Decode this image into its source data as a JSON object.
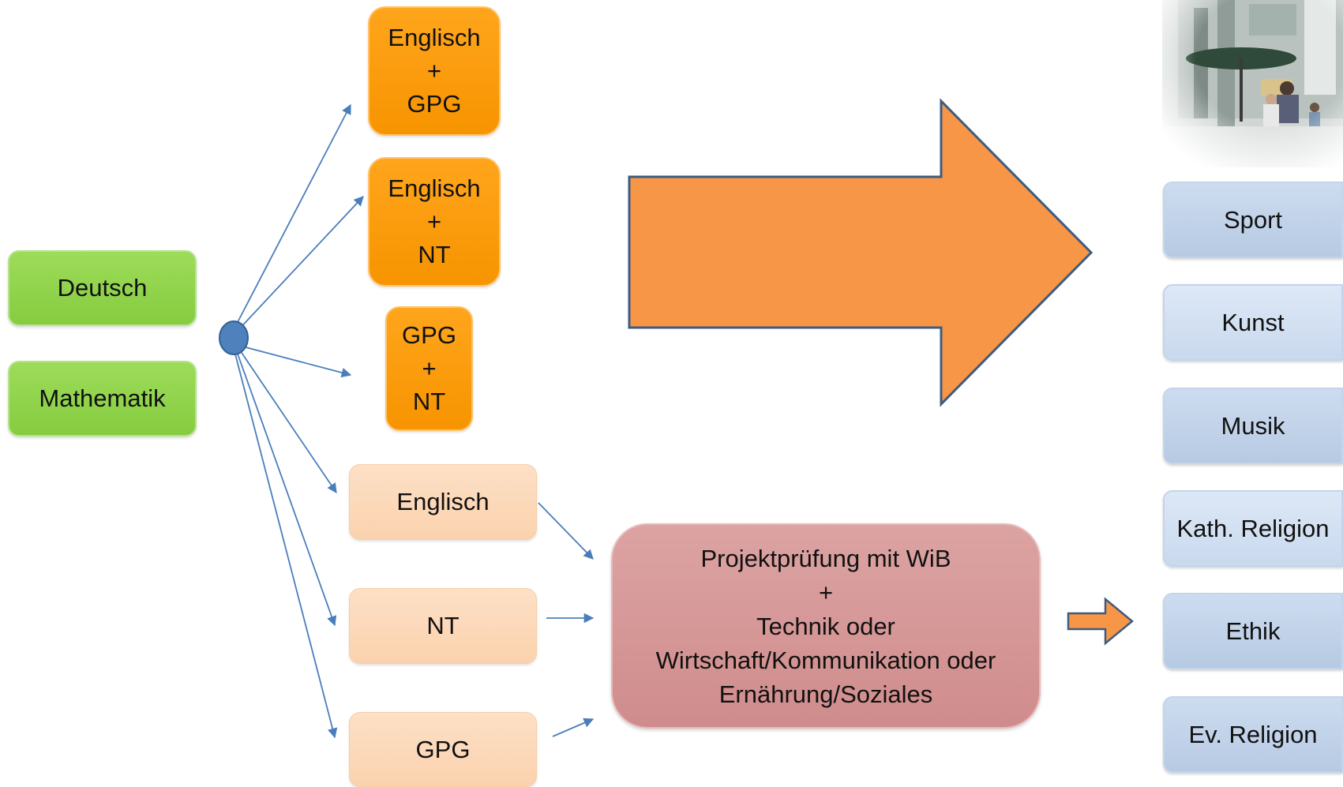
{
  "core": {
    "deutsch": "Deutsch",
    "mathematik": "Mathematik"
  },
  "profile_combos": [
    {
      "lines": [
        "Englisch",
        "+",
        "GPG"
      ]
    },
    {
      "lines": [
        "Englisch",
        "+",
        "NT"
      ]
    },
    {
      "lines": [
        "GPG",
        "+",
        "NT"
      ]
    }
  ],
  "single_subjects": [
    "Englisch",
    "NT",
    "GPG"
  ],
  "project": {
    "lines": [
      "Projektprüfung mit WiB",
      "+",
      "Technik oder",
      "Wirtschaft/Kommunikation oder",
      "Ernährung/Soziales"
    ]
  },
  "other_subjects": [
    "Sport",
    "Kunst",
    "Musik",
    "Kath. Religion",
    "Ethik",
    "Ev. Religion"
  ],
  "colors": {
    "green": "#92d050",
    "orange": "#ff9900",
    "peach": "#fcd5b4",
    "project": "#d99694",
    "blue": "#b9cde5",
    "big_arrow": "#f79646",
    "arrow_line": "#4a7ebb",
    "node": "#4f81bd"
  }
}
